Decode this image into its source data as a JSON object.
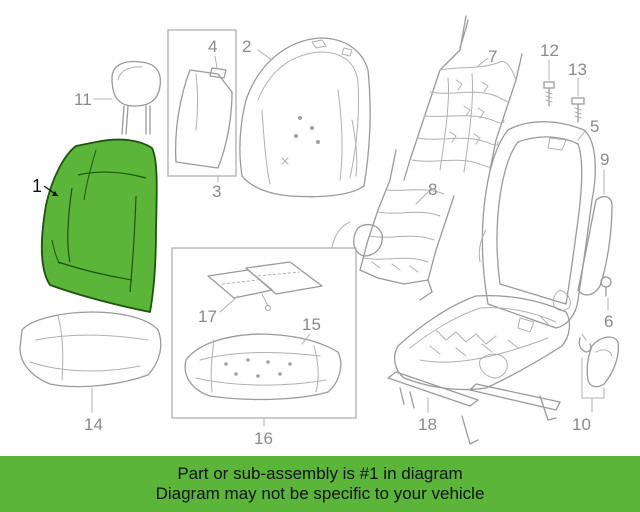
{
  "banner": {
    "line1": "Part or sub-assembly is #1 in diagram",
    "line2": "Diagram may not be specific to your vehicle"
  },
  "callouts": {
    "c1": "1",
    "c2": "2",
    "c3": "3",
    "c4": "4",
    "c5": "5",
    "c6": "6",
    "c7": "7",
    "c8": "8",
    "c9": "9",
    "c10": "10",
    "c11": "11",
    "c12": "12",
    "c13": "13",
    "c14": "14",
    "c15": "15",
    "c16": "16",
    "c17": "17",
    "c18": "18"
  },
  "colors": {
    "highlight": "#5ab539",
    "banner": "#5ab539",
    "line": "#9a9a9a"
  }
}
